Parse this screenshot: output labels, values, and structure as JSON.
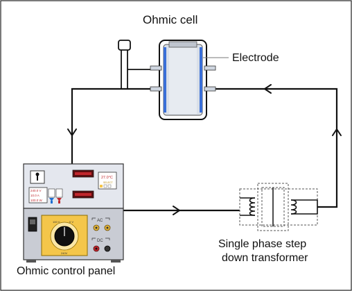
{
  "labels": {
    "cell_title": "Ohmic cell",
    "electrode": "Electrode",
    "control_panel": "Ohmic control panel",
    "transformer_line1": "Single phase step",
    "transformer_line2": "down transformer"
  },
  "panel": {
    "readout_temp": "27.0°C",
    "readout_temp_sub": "SELECT",
    "readout_volt": "240.0 V",
    "readout_amp": "10.0 A",
    "readout_power": "100.0 W",
    "ac_label": "AC",
    "dc_label": "DC",
    "dial_low": "100 V",
    "dial_high": "0 V",
    "dial_max": "240V"
  },
  "colors": {
    "wire": "#111111",
    "electrode": "#3a6fd8",
    "cell_fill": "#d9dfe8",
    "panel_top": "#e4e7ee",
    "panel_bottom": "#c9ccd4",
    "dial": "#f4c64a",
    "readout": "#c0272d"
  },
  "icons": [
    "thermometer-icon",
    "flow-arrow-icon",
    "power-switch-icon",
    "knob-icon",
    "transformer-coil-icon"
  ]
}
